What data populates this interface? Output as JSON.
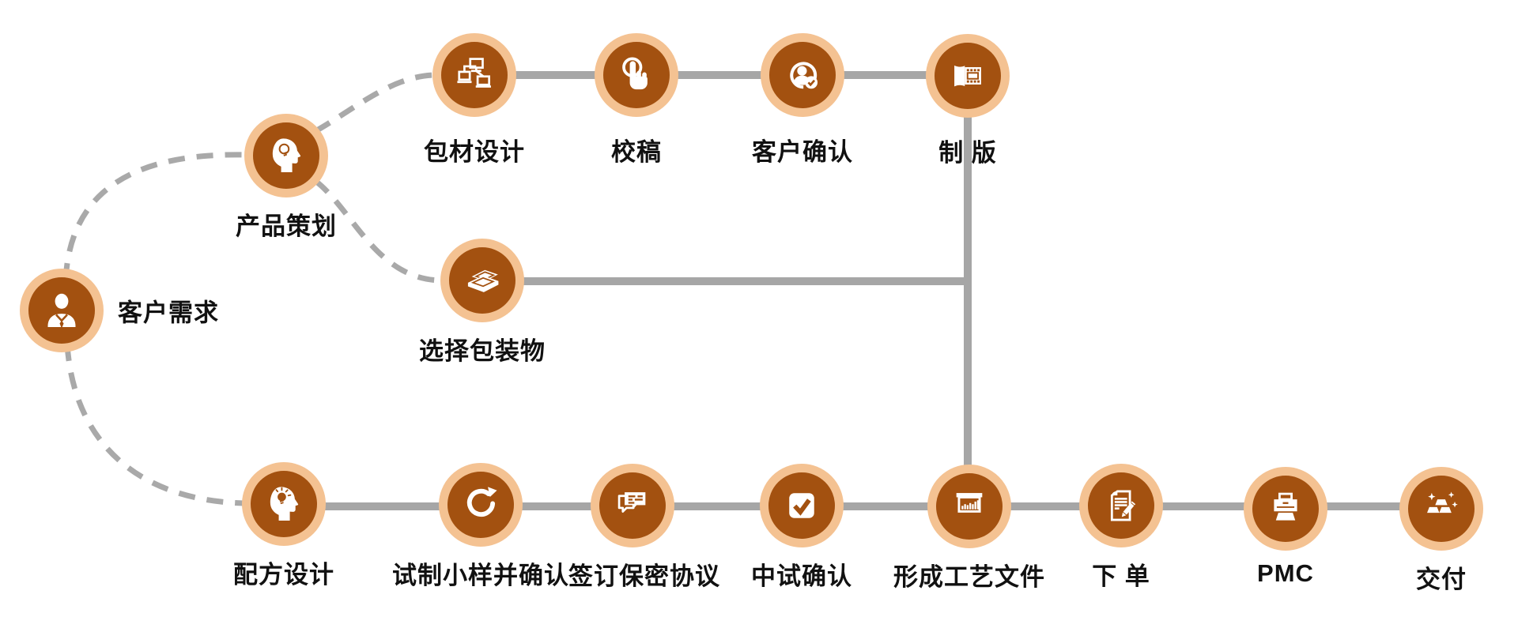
{
  "diagram": {
    "type": "flowchart",
    "colors": {
      "node_fill": "#A35110",
      "node_ring": "#F4C292",
      "icon": "#FFFFFF",
      "connector": "#A6A6A6",
      "dashed_connector": "#A9A9A9",
      "label": "#111111",
      "background": "#FFFFFF"
    },
    "nodes": [
      {
        "id": "customer-needs",
        "label": "客户需求",
        "icon": "businessman-icon"
      },
      {
        "id": "product-planning",
        "label": "产品策划",
        "icon": "idea-head-icon"
      },
      {
        "id": "packaging-material-design",
        "label": "包材设计",
        "icon": "computer-network-icon"
      },
      {
        "id": "proofreading",
        "label": "校稿",
        "icon": "click-hand-icon"
      },
      {
        "id": "customer-confirmation",
        "label": "客户确认",
        "icon": "user-check-icon"
      },
      {
        "id": "plate-making",
        "label": "制 版",
        "icon": "film-strip-icon"
      },
      {
        "id": "select-packaging",
        "label": "选择包装物",
        "icon": "scanner-icon"
      },
      {
        "id": "formula-design",
        "label": "配方设计",
        "icon": "bulb-head-icon"
      },
      {
        "id": "trial-sample-confirm",
        "label": "试制小样并确认",
        "icon": "refresh-icon"
      },
      {
        "id": "sign-nda",
        "label": "签订保密协议",
        "icon": "chat-bubbles-icon"
      },
      {
        "id": "pilot-test-confirm",
        "label": "中试确认",
        "icon": "check-square-icon"
      },
      {
        "id": "process-document",
        "label": "形成工艺文件",
        "icon": "chart-board-icon"
      },
      {
        "id": "place-order",
        "label": "下 单",
        "icon": "document-pencil-icon"
      },
      {
        "id": "pmc",
        "label": "PMC",
        "icon": "printer-icon"
      },
      {
        "id": "delivery",
        "label": "交付",
        "icon": "gold-bars-icon"
      }
    ],
    "edges": [
      {
        "from": "customer-needs",
        "to": "product-planning",
        "style": "dashed"
      },
      {
        "from": "customer-needs",
        "to": "formula-design",
        "style": "dashed"
      },
      {
        "from": "product-planning",
        "to": "packaging-material-design",
        "style": "dashed"
      },
      {
        "from": "product-planning",
        "to": "select-packaging",
        "style": "dashed"
      },
      {
        "from": "packaging-material-design",
        "to": "proofreading",
        "style": "solid"
      },
      {
        "from": "proofreading",
        "to": "customer-confirmation",
        "style": "solid"
      },
      {
        "from": "customer-confirmation",
        "to": "plate-making",
        "style": "solid"
      },
      {
        "from": "plate-making",
        "to": "process-document",
        "style": "solid"
      },
      {
        "from": "select-packaging",
        "to": "process-document",
        "style": "solid"
      },
      {
        "from": "formula-design",
        "to": "trial-sample-confirm",
        "style": "solid"
      },
      {
        "from": "trial-sample-confirm",
        "to": "sign-nda",
        "style": "solid"
      },
      {
        "from": "sign-nda",
        "to": "pilot-test-confirm",
        "style": "solid"
      },
      {
        "from": "pilot-test-confirm",
        "to": "process-document",
        "style": "solid"
      },
      {
        "from": "process-document",
        "to": "place-order",
        "style": "solid"
      },
      {
        "from": "place-order",
        "to": "pmc",
        "style": "solid"
      },
      {
        "from": "pmc",
        "to": "delivery",
        "style": "solid"
      }
    ]
  }
}
